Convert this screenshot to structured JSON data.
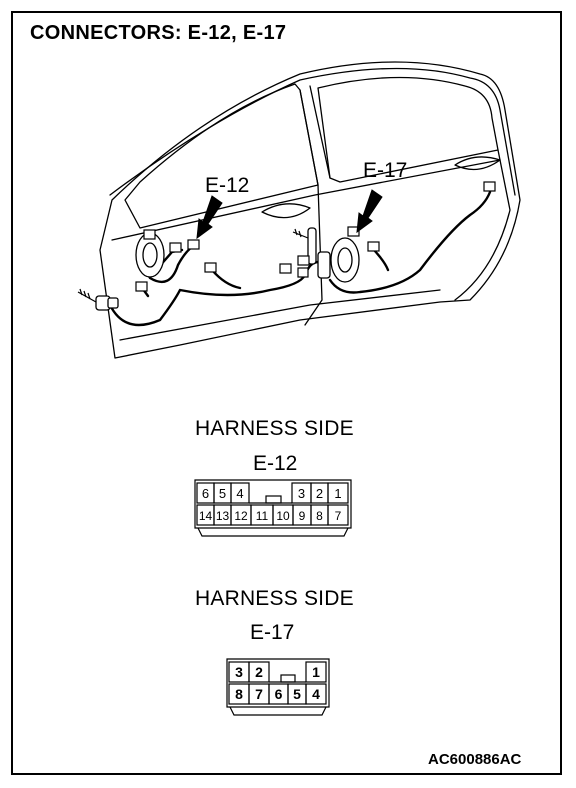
{
  "title": "CONNECTORS: E-12, E-17",
  "illustration": {
    "callout_left": "E-12",
    "callout_right": "E-17"
  },
  "connectors": [
    {
      "side_label": "HARNESS SIDE",
      "name": "E-12",
      "top_row": [
        "6",
        "5",
        "4",
        "",
        "",
        "3",
        "2",
        "1"
      ],
      "bottom_row": [
        "14",
        "13",
        "12",
        "11",
        "10",
        "9",
        "8",
        "7"
      ]
    },
    {
      "side_label": "HARNESS SIDE",
      "name": "E-17",
      "top_row": [
        "3",
        "2",
        "",
        "",
        "1"
      ],
      "bottom_row": [
        "8",
        "7",
        "6",
        "5",
        "4"
      ]
    }
  ],
  "figure_id": "AC600886AC"
}
